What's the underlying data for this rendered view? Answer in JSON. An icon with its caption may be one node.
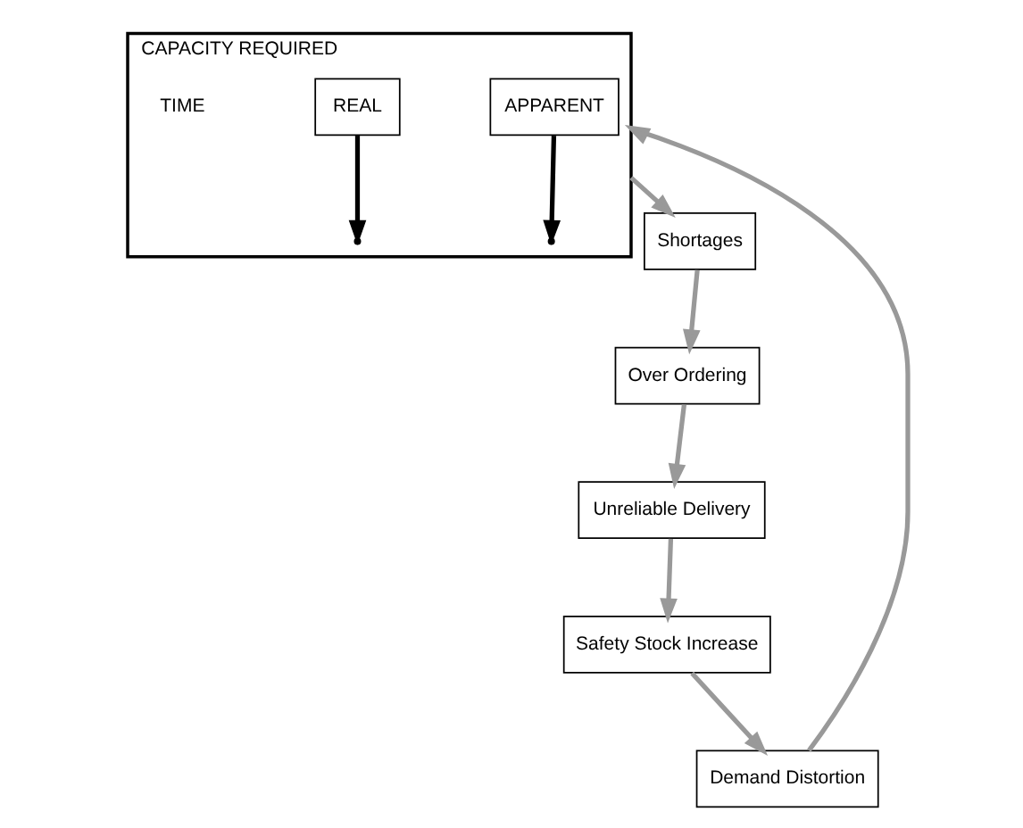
{
  "diagram": {
    "nodes": [
      {
        "text": [
          "CAPACITY REQUIRED"
        ]
      },
      {
        "text": [
          "APPARENT"
        ],
        "in": 0
      },
      {
        "text": [
          "REAL"
        ],
        "in": 0
      },
      {
        "text": [
          "Shortages"
        ]
      },
      {
        "text": [
          "Over Ordering"
        ]
      },
      {
        "text": [
          "Unreliable Delivery"
        ]
      },
      {
        "text": [
          "Safety Stock Increase"
        ]
      },
      {
        "text": [
          "Demand Distortion"
        ]
      }
    ],
    "edges": [
      {
        "from": 1,
        "to": null,
        "arrow": "to",
        "color": "#000000"
      },
      {
        "from": 2,
        "to": null,
        "arrow": "to",
        "color": "#000000"
      },
      {
        "from": 0,
        "to": 3,
        "arrow": "to"
      },
      {
        "from": 3,
        "to": 4,
        "arrow": "to"
      },
      {
        "from": 4,
        "to": 5,
        "arrow": "to"
      },
      {
        "from": 5,
        "to": 6,
        "arrow": "to"
      },
      {
        "from": 6,
        "to": 7,
        "arrow": "to"
      },
      {
        "from": 7,
        "to": 0,
        "arrow": "to"
      }
    ],
    "labels": [
      "TIME"
    ]
  }
}
